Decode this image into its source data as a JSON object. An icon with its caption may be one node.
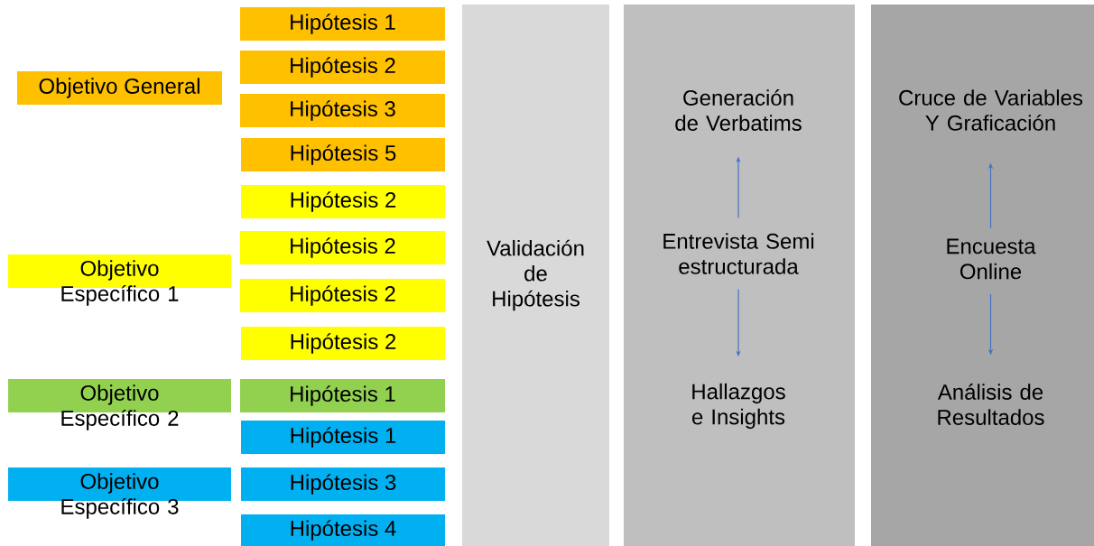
{
  "diagram": {
    "nodes": [
      {
        "text": [
          "Objetivo General"
        ]
      },
      {
        "text": [
          "Objetivo Específico 1"
        ]
      },
      {
        "text": [
          "Objetivo Específico 2"
        ]
      },
      {
        "text": [
          "Objetivo Específico 3"
        ]
      },
      {
        "text": [
          "Hipótesis 1"
        ]
      },
      {
        "text": [
          "Hipótesis 2"
        ]
      },
      {
        "text": [
          "Hipótesis 3"
        ]
      },
      {
        "text": [
          "Hipótesis 5"
        ]
      },
      {
        "text": [
          "Hipótesis 2"
        ]
      },
      {
        "text": [
          "Hipótesis 2"
        ]
      },
      {
        "text": [
          "Hipótesis 2"
        ]
      },
      {
        "text": [
          "Hipótesis 2"
        ]
      },
      {
        "text": [
          "Hipótesis 1"
        ]
      },
      {
        "text": [
          "Hipótesis 1"
        ]
      },
      {
        "text": [
          "Hipótesis 3"
        ]
      },
      {
        "text": [
          "Hipótesis 4"
        ]
      },
      {
        "text": [
          "Validación de Hipótesis"
        ]
      },
      {
        "text": [],
        "shape": "box"
      },
      {
        "text": [
          "Generación de Verbatims"
        ],
        "in": 17
      },
      {
        "text": [
          "Entrevista Semi estructurada"
        ],
        "in": 17
      },
      {
        "text": [
          "Hallazgos e Insights"
        ],
        "in": 17
      },
      {
        "text": [],
        "shape": "box"
      },
      {
        "text": [
          "Cruce de Variables Y Graficación"
        ],
        "in": 21
      },
      {
        "text": [
          "Encuesta Online"
        ],
        "in": 21
      },
      {
        "text": [
          "Análisis de Resultados"
        ],
        "in": 21
      }
    ],
    "edges": [
      {
        "from": 19,
        "to": 18,
        "arrow": "to"
      },
      {
        "from": 19,
        "to": 20,
        "arrow": "to"
      },
      {
        "from": 23,
        "to": 22,
        "arrow": "to"
      },
      {
        "from": 23,
        "to": 24,
        "arrow": "to"
      }
    ]
  }
}
